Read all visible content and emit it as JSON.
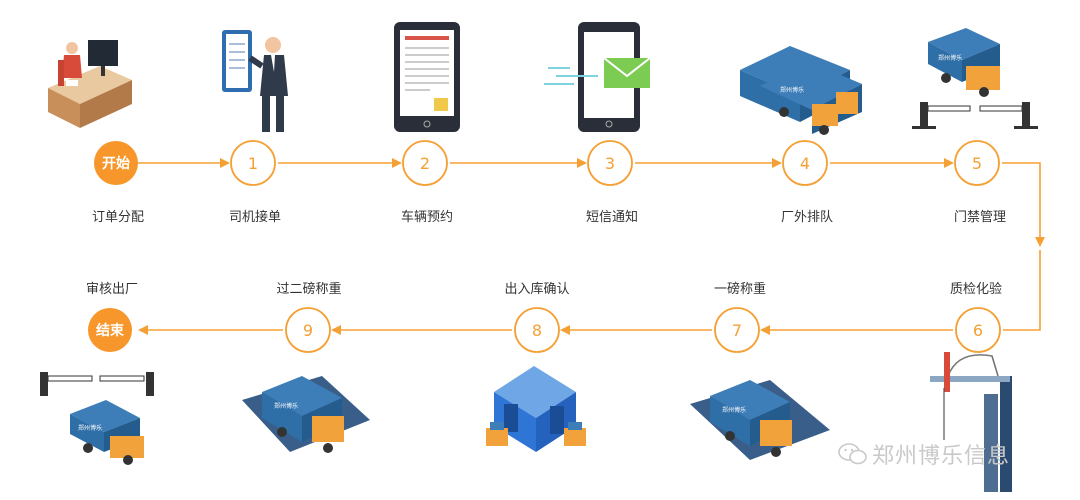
{
  "colors": {
    "accent": "#F5A034",
    "accent_fill": "#F7962B",
    "truck_blue": "#2F6FA7",
    "truck_orange": "#F2A23A"
  },
  "flow": {
    "start": {
      "text": "开始",
      "label": "订单分配"
    },
    "end": {
      "text": "结束",
      "label": "审核出厂"
    },
    "steps": [
      {
        "num": "1",
        "label": "司机接单"
      },
      {
        "num": "2",
        "label": "车辆预约"
      },
      {
        "num": "3",
        "label": "短信通知"
      },
      {
        "num": "4",
        "label": "厂外排队"
      },
      {
        "num": "5",
        "label": "门禁管理"
      },
      {
        "num": "6",
        "label": "质检化验"
      },
      {
        "num": "7",
        "label": "一磅称重"
      },
      {
        "num": "8",
        "label": "出入库确认"
      },
      {
        "num": "9",
        "label": "过二磅称重"
      }
    ]
  },
  "truck_text": "郑州博乐",
  "watermark": "郑州博乐信息"
}
